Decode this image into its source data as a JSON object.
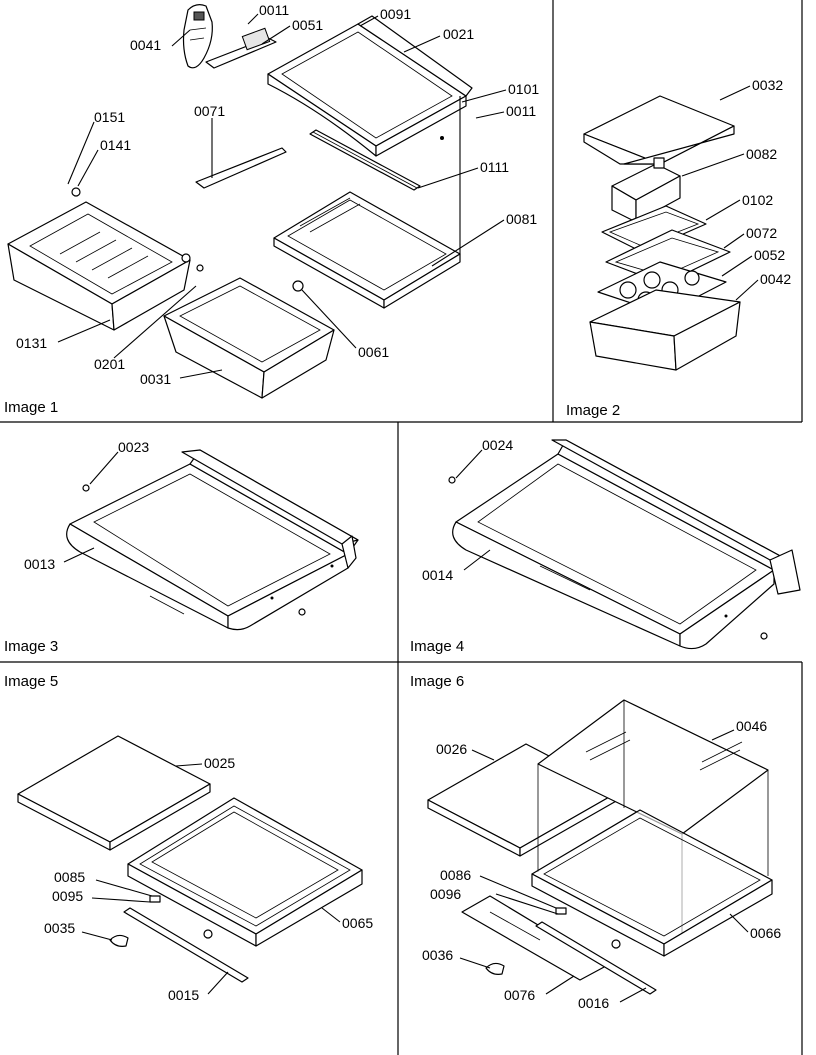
{
  "panels": [
    {
      "caption": "Image 1"
    },
    {
      "caption": "Image 2"
    },
    {
      "caption": "Image 3"
    },
    {
      "caption": "Image 4"
    },
    {
      "caption": "Image 5"
    },
    {
      "caption": "Image 6"
    }
  ],
  "parts": {
    "p0011a": "0011",
    "p0041": "0041",
    "p0051": "0051",
    "p0091": "0091",
    "p0021": "0021",
    "p0101": "0101",
    "p0011b": "0011",
    "p0071": "0071",
    "p0151": "0151",
    "p0141": "0141",
    "p0111": "0111",
    "p0081": "0081",
    "p0131": "0131",
    "p0201": "0201",
    "p0061": "0061",
    "p0031": "0031",
    "p0032": "0032",
    "p0082": "0082",
    "p0102": "0102",
    "p0072": "0072",
    "p0052": "0052",
    "p0042": "0042",
    "p0023": "0023",
    "p0013": "0013",
    "p0024": "0024",
    "p0014": "0014",
    "p0025": "0025",
    "p0085": "0085",
    "p0095": "0095",
    "p0035": "0035",
    "p0065": "0065",
    "p0015": "0015",
    "p0026": "0026",
    "p0046": "0046",
    "p0086": "0086",
    "p0096": "0096",
    "p0066": "0066",
    "p0036": "0036",
    "p0076": "0076",
    "p0016": "0016"
  }
}
